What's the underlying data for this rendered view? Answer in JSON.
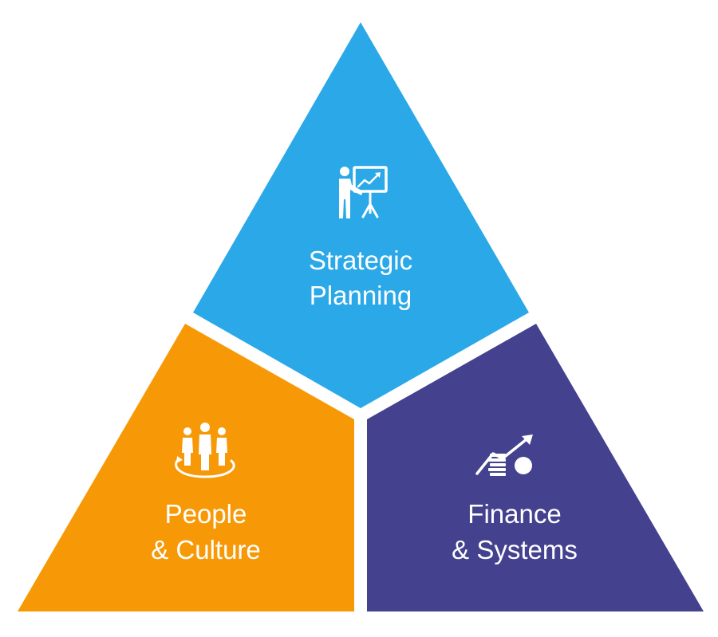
{
  "segments": [
    {
      "id": "strategic-planning",
      "line1": "Strategic",
      "line2": "Planning",
      "color": "#2AA8E8",
      "icon": "presentation-chart-icon"
    },
    {
      "id": "people-culture",
      "line1": "People",
      "line2": "& Culture",
      "color": "#F79907",
      "icon": "team-group-icon"
    },
    {
      "id": "finance-systems",
      "line1": "Finance",
      "line2": "& Systems",
      "color": "#44418E",
      "icon": "finance-growth-icon"
    }
  ]
}
